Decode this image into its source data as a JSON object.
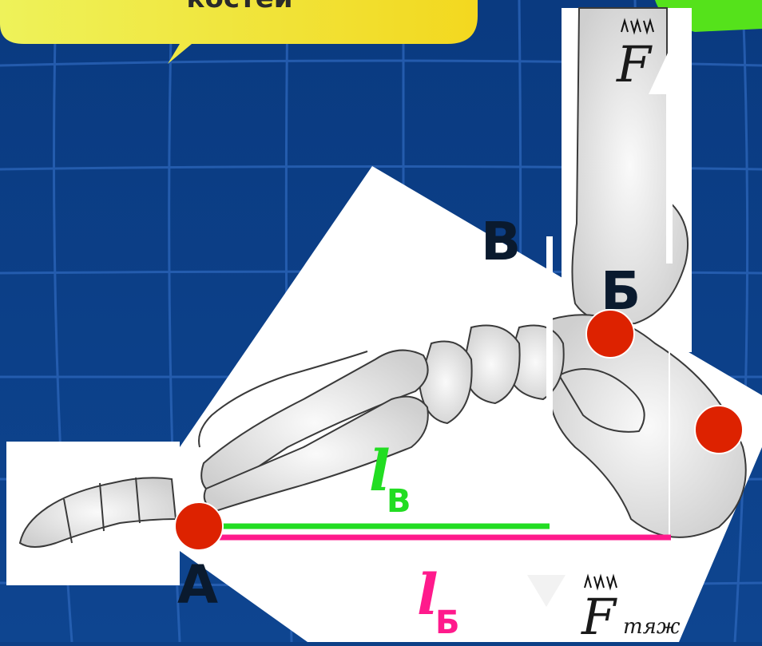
{
  "callout": {
    "text": "костей"
  },
  "points": {
    "a": "А",
    "b": "Б",
    "v": "В"
  },
  "levers": {
    "l_v": {
      "symbol": "l",
      "sub": "В",
      "color": "#22dd22"
    },
    "l_b": {
      "symbol": "l",
      "sub": "Б",
      "color": "#ff1a8c"
    }
  },
  "forces": {
    "muscle": {
      "symbol": "F",
      "sub": ""
    },
    "gravity": {
      "symbol": "F",
      "sub": "тяж"
    }
  },
  "colors": {
    "background": "#0d3f86",
    "callout_yellow": "#f2df2a",
    "green_tab": "#55e21b",
    "point_red": "#dd2200",
    "bone_outline": "#3a3a3a"
  }
}
